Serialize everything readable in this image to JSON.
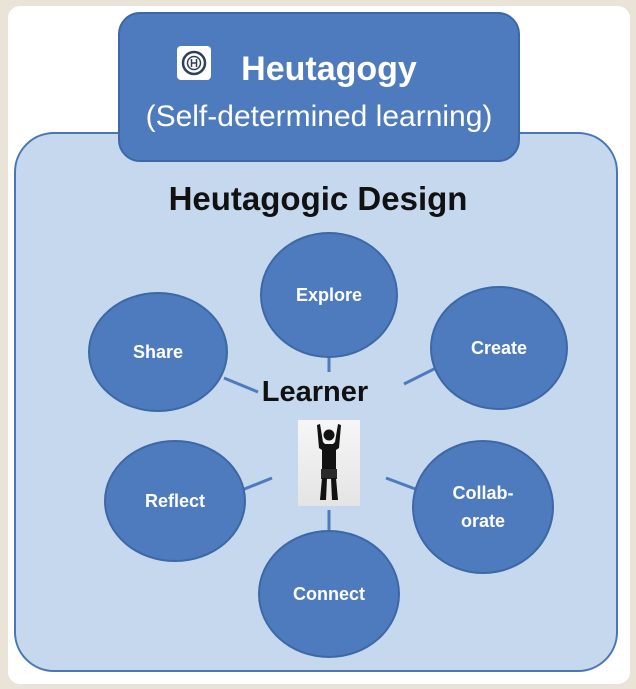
{
  "header": {
    "title": "Heutagogy",
    "subtitle": "(Self-determined learning)"
  },
  "design_title": "Heutagogic Design",
  "center": {
    "label": "Learner"
  },
  "nodes": {
    "explore": "Explore",
    "create": "Create",
    "collaborate_1": "Collab-",
    "collaborate_2": "orate",
    "connect": "Connect",
    "reflect": "Reflect",
    "share": "Share"
  },
  "colors": {
    "node_fill": "#4e7bbd",
    "panel_fill": "#c5d8ee",
    "outline": "#3d68a6"
  }
}
